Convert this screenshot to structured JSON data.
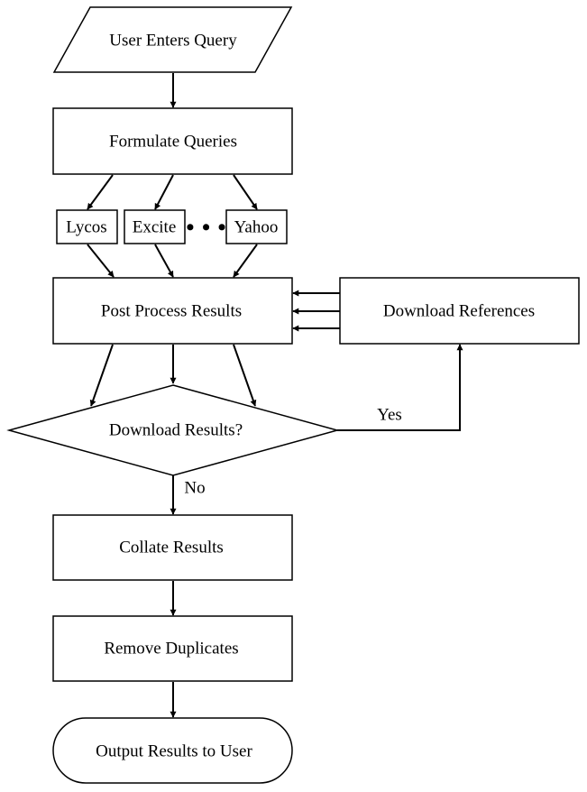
{
  "flowchart": {
    "input": "User Enters Query",
    "formulate": "Formulate Queries",
    "engines": [
      "Lycos",
      "Excite",
      "Yahoo"
    ],
    "engines_ellipsis": "• • •",
    "post_process": "Post Process Results",
    "download_refs": "Download References",
    "decision": "Download Results?",
    "yes_label": "Yes",
    "no_label": "No",
    "collate": "Collate Results",
    "dedupe": "Remove Duplicates",
    "output": "Output Results to User"
  }
}
